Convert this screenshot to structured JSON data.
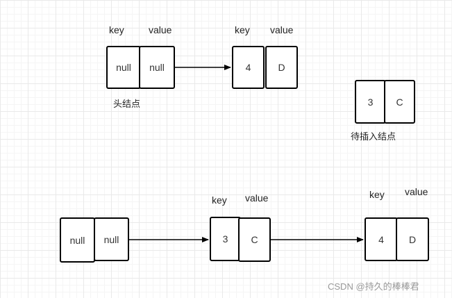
{
  "top_row": {
    "head_node": {
      "key": "null",
      "value": "null",
      "header_key": "key",
      "header_value": "value",
      "caption": "头结点"
    },
    "node_4": {
      "key": "4",
      "value": "D",
      "header_key": "key",
      "header_value": "value"
    }
  },
  "pending_node": {
    "key": "3",
    "value": "C",
    "caption": "待插入结点"
  },
  "bottom_row": {
    "head_node": {
      "key": "null",
      "value": "null"
    },
    "node_3": {
      "key": "3",
      "value": "C",
      "header_key": "key",
      "header_value": "value"
    },
    "node_4": {
      "key": "4",
      "value": "D",
      "header_key": "key",
      "header_value": "value"
    }
  },
  "watermark": "CSDN @持久的棒棒君",
  "colors": {
    "stroke": "#000000",
    "grid": "#e9e9e9",
    "watermark": "#999999"
  }
}
